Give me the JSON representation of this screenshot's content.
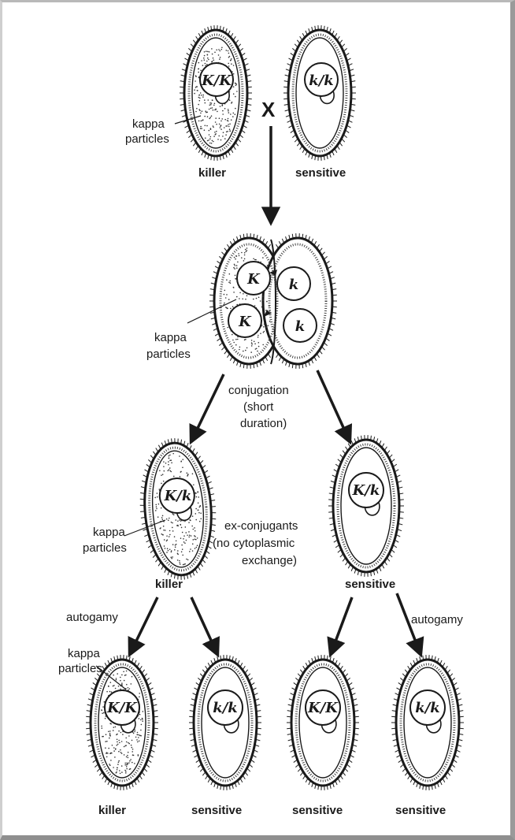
{
  "diagram": {
    "cross_symbol": "X",
    "parents": {
      "killer": {
        "genotype": "K/K",
        "label": "killer"
      },
      "sensitive": {
        "genotype": "k/k",
        "label": "sensitive"
      },
      "kappa_label": [
        "kappa",
        "particles"
      ]
    },
    "conjugating_pair": {
      "nuclei": [
        "K",
        "k",
        "K",
        "k"
      ],
      "kappa_label": [
        "kappa",
        "particles"
      ]
    },
    "process_label": [
      "conjugation",
      "(short",
      "duration)"
    ],
    "exconjugants": {
      "left": {
        "genotype": "K/k",
        "label": "killer"
      },
      "right": {
        "genotype": "K/k",
        "label": "sensitive"
      },
      "kappa_label": [
        "kappa",
        "particles"
      ],
      "note": [
        "ex-conjugants",
        "(no cytoplasmic",
        "exchange)"
      ]
    },
    "autogamy_labels": [
      "autogamy",
      "autogamy"
    ],
    "progeny": {
      "kappa_label": [
        "kappa",
        "particles"
      ],
      "cells": [
        {
          "genotype": "K/K",
          "label": "killer"
        },
        {
          "genotype": "k/k",
          "label": "sensitive"
        },
        {
          "genotype": "K/K",
          "label": "sensitive"
        },
        {
          "genotype": "k/k",
          "label": "sensitive"
        }
      ]
    }
  }
}
